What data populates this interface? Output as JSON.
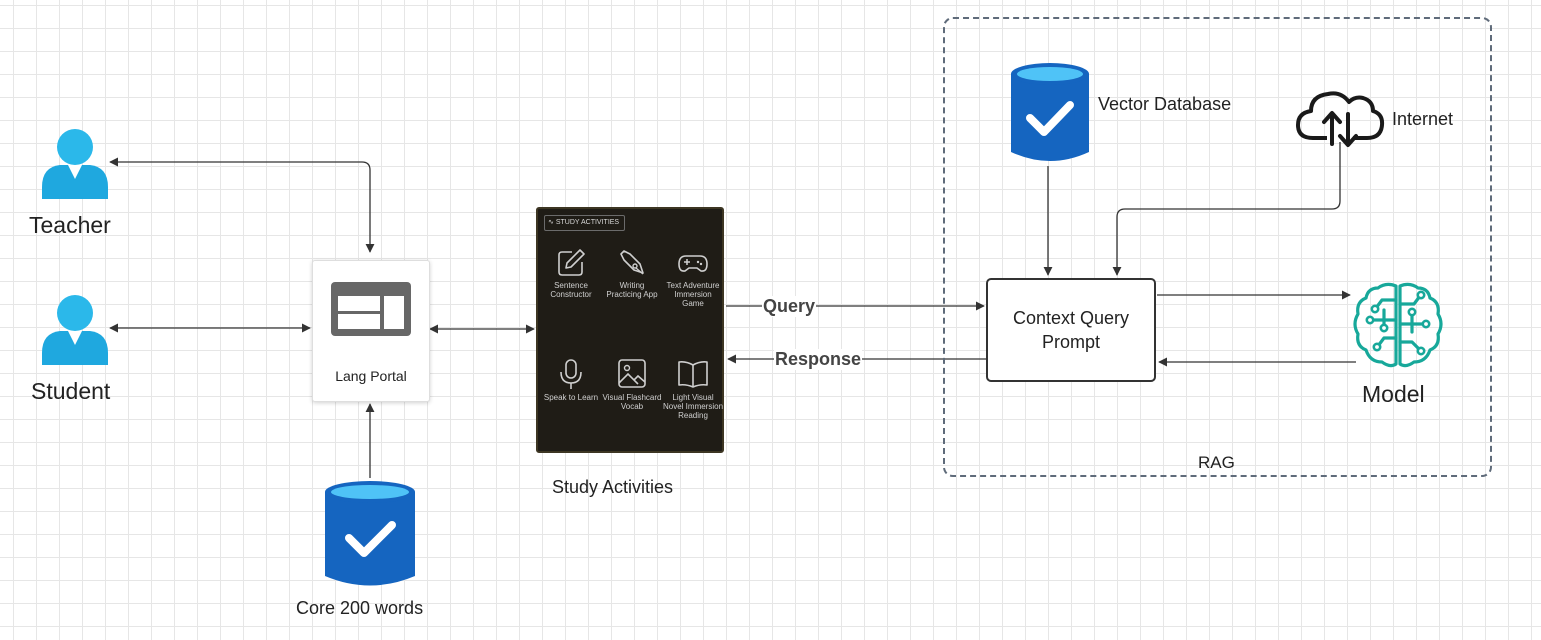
{
  "actors": {
    "teacher": "Teacher",
    "student": "Student"
  },
  "lang_portal": {
    "label": "Lang Portal"
  },
  "core_words": {
    "label": "Core 200 words"
  },
  "study_activities": {
    "tag": "STUDY ACTIVITIES",
    "caption": "Study Activities",
    "items": [
      {
        "label": "Sentence Constructor",
        "icon": "pencil-square-icon"
      },
      {
        "label": "Writing Practicing App",
        "icon": "pen-nib-icon"
      },
      {
        "label": "Text Adventure Immersion Game",
        "icon": "gamepad-icon"
      },
      {
        "label": "Speak to Learn",
        "icon": "microphone-icon"
      },
      {
        "label": "Visual Flashcard Vocab",
        "icon": "image-icon"
      },
      {
        "label": "Light Visual Novel Immersion Reading",
        "icon": "open-book-icon"
      }
    ]
  },
  "edges": {
    "query": "Query",
    "response": "Response"
  },
  "rag": {
    "label": "RAG",
    "context_query": "Context Query Prompt",
    "vector_db": "Vector Database",
    "internet": "Internet",
    "model": "Model"
  },
  "colors": {
    "person": "#1fa8df",
    "database": "#1565c0",
    "database_top": "#4fc3f7",
    "model": "#17a89a",
    "wire": "#333333",
    "rag_border": "#5f6b7a",
    "study_bg": "#1f1c16"
  }
}
